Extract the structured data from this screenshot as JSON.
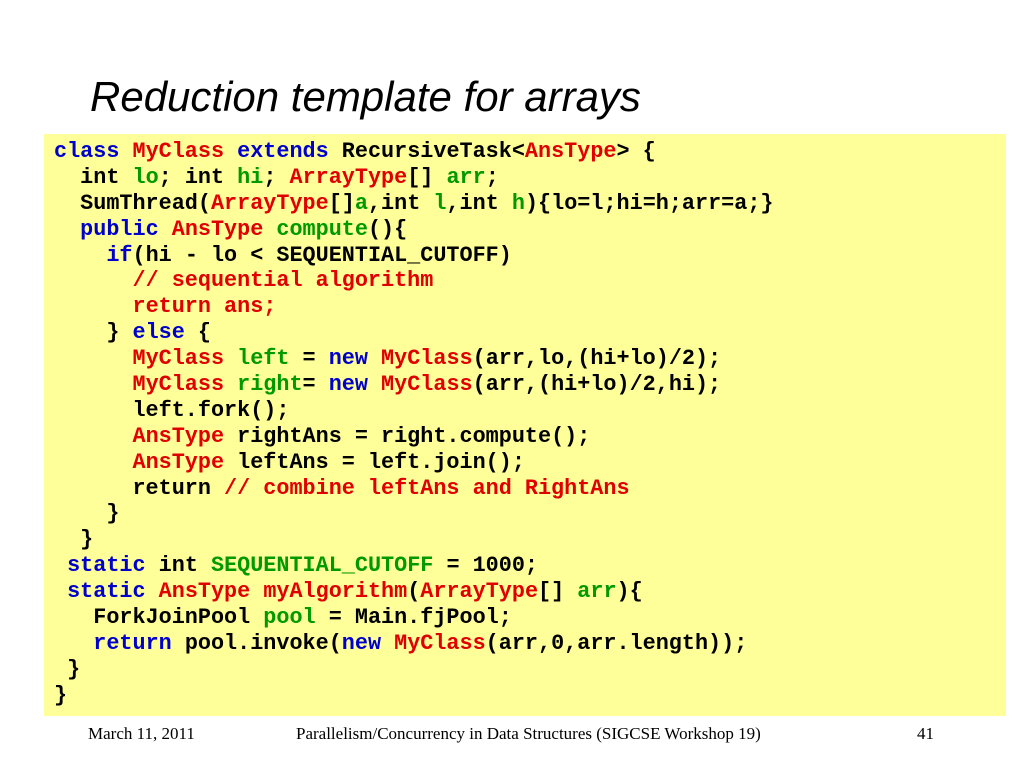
{
  "slide": {
    "title": "Reduction template for arrays"
  },
  "code": {
    "lines": [
      [
        [
          "class ",
          "k"
        ],
        [
          "MyClass ",
          "t"
        ],
        [
          "extends ",
          "k"
        ],
        [
          "RecursiveTask<",
          ""
        ],
        [
          "AnsType",
          "t"
        ],
        [
          "> {",
          ""
        ]
      ],
      [
        [
          "  int ",
          ""
        ],
        [
          "lo",
          "v"
        ],
        [
          "; int ",
          ""
        ],
        [
          "hi",
          "v"
        ],
        [
          "; ",
          ""
        ],
        [
          "ArrayType",
          "t"
        ],
        [
          "[] ",
          ""
        ],
        [
          "arr",
          "v"
        ],
        [
          ";",
          ""
        ]
      ],
      [
        [
          "  SumThread(",
          ""
        ],
        [
          "ArrayType",
          "t"
        ],
        [
          "[]",
          ""
        ],
        [
          "a",
          "v"
        ],
        [
          ",int ",
          ""
        ],
        [
          "l",
          "v"
        ],
        [
          ",int ",
          ""
        ],
        [
          "h",
          "v"
        ],
        [
          "){lo=l;hi=h;arr=a;}",
          ""
        ]
      ],
      [
        [
          "  ",
          ""
        ],
        [
          "public ",
          "k"
        ],
        [
          "AnsType ",
          "t"
        ],
        [
          "compute",
          "v"
        ],
        [
          "(){",
          ""
        ]
      ],
      [
        [
          "    ",
          ""
        ],
        [
          "if",
          "k"
        ],
        [
          "(hi - lo < SEQUENTIAL_CUTOFF)",
          ""
        ]
      ],
      [
        [
          "      ",
          ""
        ],
        [
          "// sequential algorithm",
          "c"
        ]
      ],
      [
        [
          "      ",
          ""
        ],
        [
          "return ans;",
          "c"
        ]
      ],
      [
        [
          "    } ",
          ""
        ],
        [
          "else",
          "k"
        ],
        [
          " {",
          ""
        ]
      ],
      [
        [
          "      ",
          ""
        ],
        [
          "MyClass ",
          "t"
        ],
        [
          "left",
          "v"
        ],
        [
          " = ",
          ""
        ],
        [
          "new ",
          "k"
        ],
        [
          "MyClass",
          "t"
        ],
        [
          "(arr,lo,(hi+lo)/2);",
          ""
        ]
      ],
      [
        [
          "      ",
          ""
        ],
        [
          "MyClass ",
          "t"
        ],
        [
          "right",
          "v"
        ],
        [
          "= ",
          ""
        ],
        [
          "new ",
          "k"
        ],
        [
          "MyClass",
          "t"
        ],
        [
          "(arr,(hi+lo)/2,hi);",
          ""
        ]
      ],
      [
        [
          "      left.fork();",
          ""
        ]
      ],
      [
        [
          "      ",
          ""
        ],
        [
          "AnsType ",
          "t"
        ],
        [
          "rightAns = right.compute();",
          ""
        ]
      ],
      [
        [
          "      ",
          ""
        ],
        [
          "AnsType ",
          "t"
        ],
        [
          "leftAns = left.join();",
          ""
        ]
      ],
      [
        [
          "      return ",
          ""
        ],
        [
          "// combine leftAns and RightAns",
          "c"
        ]
      ],
      [
        [
          "    }",
          ""
        ]
      ],
      [
        [
          "  }",
          ""
        ]
      ],
      [
        [
          " ",
          ""
        ],
        [
          "static ",
          "k"
        ],
        [
          "int ",
          ""
        ],
        [
          "SEQUENTIAL_CUTOFF",
          "v"
        ],
        [
          " = 1000;",
          ""
        ]
      ],
      [
        [
          " ",
          ""
        ],
        [
          "static ",
          "k"
        ],
        [
          "AnsType ",
          "t"
        ],
        [
          "myAlgorithm",
          "t"
        ],
        [
          "(",
          ""
        ],
        [
          "ArrayType",
          "t"
        ],
        [
          "[] ",
          ""
        ],
        [
          "arr",
          "v"
        ],
        [
          "){",
          ""
        ]
      ],
      [
        [
          "   ForkJoinPool ",
          ""
        ],
        [
          "pool",
          "v"
        ],
        [
          " = Main.fjPool;",
          ""
        ]
      ],
      [
        [
          "   ",
          ""
        ],
        [
          "return ",
          "k"
        ],
        [
          "pool.invoke(",
          ""
        ],
        [
          "new ",
          "k"
        ],
        [
          "MyClass",
          "t"
        ],
        [
          "(arr,0,arr.length));",
          ""
        ]
      ],
      [
        [
          " }",
          ""
        ]
      ],
      [
        [
          "}",
          ""
        ]
      ]
    ]
  },
  "footer": {
    "date": "March 11, 2011",
    "event": "Parallelism/Concurrency in Data Structures (SIGCSE Workshop 19)",
    "page": "41"
  }
}
